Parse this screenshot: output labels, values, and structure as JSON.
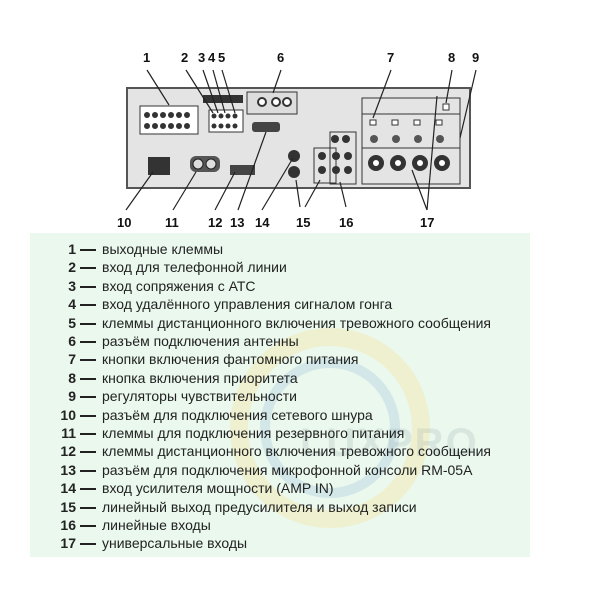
{
  "callouts_top": [
    "1",
    "2",
    "3",
    "4",
    "5",
    "6",
    "7",
    "8",
    "9"
  ],
  "callouts_bottom": [
    "10",
    "11",
    "12",
    "13",
    "14",
    "15",
    "16",
    "17"
  ],
  "legend": [
    {
      "num": "1",
      "text": "выходные клеммы"
    },
    {
      "num": "2",
      "text": "вход для телефонной линии"
    },
    {
      "num": "3",
      "text": "вход сопряжения с АТС"
    },
    {
      "num": "4",
      "text": "вход удалённого управления сигналом гонга"
    },
    {
      "num": "5",
      "text": "клеммы дистанционного включения тревожного сообщения"
    },
    {
      "num": "6",
      "text": "разъём подключения антенны"
    },
    {
      "num": "7",
      "text": "кнопки включения фантомного питания"
    },
    {
      "num": "8",
      "text": "кнопка включения приоритета"
    },
    {
      "num": "9",
      "text": "регуляторы чувствительности"
    },
    {
      "num": "10",
      "text": "разъём для подключения сетевого шнура"
    },
    {
      "num": "11",
      "text": "клеммы для подключения резервного питания"
    },
    {
      "num": "12",
      "text": "клеммы дистанционного включения тревожного сообщения"
    },
    {
      "num": "13",
      "text": "разъём для подключения микрофонной консоли RM-05A"
    },
    {
      "num": "14",
      "text": "вход усилителя мощности (AMP IN)"
    },
    {
      "num": "15",
      "text": "линейный выход предусилителя и выход записи"
    },
    {
      "num": "16",
      "text": "линейные входы"
    },
    {
      "num": "17",
      "text": "универсальные входы"
    }
  ],
  "watermark": "LUXPRO",
  "colors": {
    "legend_bg": "#eaf8ee",
    "panel": "#e4e4e4"
  }
}
